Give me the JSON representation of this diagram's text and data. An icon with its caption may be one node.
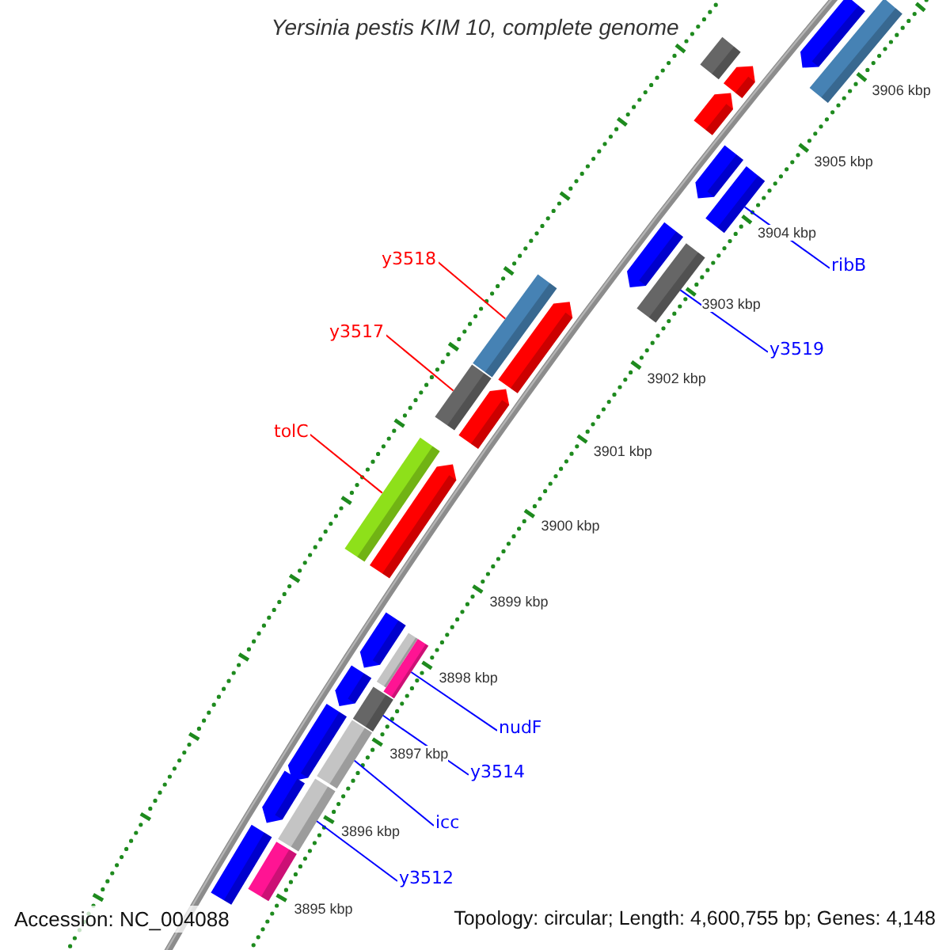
{
  "diagram": {
    "title": "Yersinia pestis KIM 10, complete genome",
    "nodes": [
      {
        "text": [
          "y3518"
        ]
      },
      {
        "text": [
          "y3517"
        ]
      },
      {
        "text": [
          "tolC"
        ]
      },
      {
        "text": [
          "ribB"
        ]
      },
      {
        "text": [
          "y3519"
        ]
      },
      {
        "text": [
          "nudF"
        ]
      },
      {
        "text": [
          "y3514"
        ]
      },
      {
        "text": [
          "icc"
        ]
      },
      {
        "text": [
          "y3512"
        ]
      },
      {
        "text": [],
        "shape": "arrow"
      },
      {
        "text": [],
        "shape": "bar"
      },
      {
        "text": [],
        "shape": "bar"
      },
      {
        "text": [],
        "shape": "arrow"
      },
      {
        "text": [],
        "shape": "arrow"
      },
      {
        "text": [],
        "shape": "arrow"
      },
      {
        "text": [],
        "shape": "bar"
      },
      {
        "text": [],
        "shape": "arrow"
      },
      {
        "text": [],
        "shape": "bar"
      },
      {
        "text": [],
        "shape": "bar"
      },
      {
        "text": [],
        "shape": "arrow"
      },
      {
        "text": [],
        "shape": "bar"
      },
      {
        "text": [],
        "shape": "arrow"
      },
      {
        "text": [],
        "shape": "bar"
      },
      {
        "text": [],
        "shape": "arrow"
      },
      {
        "text": [],
        "shape": "arrow"
      },
      {
        "text": [],
        "shape": "bar"
      },
      {
        "text": [],
        "shape": "bar"
      },
      {
        "text": [],
        "shape": "arrow"
      },
      {
        "text": [],
        "shape": "bar"
      },
      {
        "text": [],
        "shape": "bar"
      },
      {
        "text": [],
        "shape": "arrow"
      },
      {
        "text": [],
        "shape": "bar"
      },
      {
        "text": [],
        "shape": "arrow"
      },
      {
        "text": [],
        "shape": "bar"
      },
      {
        "text": [],
        "shape": "bar"
      }
    ],
    "edges": [
      {
        "from": 0,
        "to": 18,
        "arrow": "none",
        "color": "#ff0000"
      },
      {
        "from": 1,
        "to": 20,
        "arrow": "none",
        "color": "#ff0000"
      },
      {
        "from": 2,
        "to": 22,
        "arrow": "none",
        "color": "#ff0000"
      },
      {
        "from": 3,
        "to": 15,
        "arrow": "none"
      },
      {
        "from": 4,
        "to": 17,
        "arrow": "none"
      },
      {
        "from": 5,
        "to": 26,
        "arrow": "none"
      },
      {
        "from": 6,
        "to": 28,
        "arrow": "none"
      },
      {
        "from": 7,
        "to": 29,
        "arrow": "none"
      },
      {
        "from": 8,
        "to": 31,
        "arrow": "none"
      }
    ],
    "labels": [
      "3906 kbp",
      "3905 kbp",
      "3904 kbp",
      "3903 kbp",
      "3902 kbp",
      "3901 kbp",
      "3900 kbp",
      "3899 kbp",
      "3898 kbp",
      "3897 kbp",
      "3896 kbp",
      "3895 kbp",
      "Accession: NC_004088",
      "Topology: circular; Length: 4,600,755 bp; Genes: 4,148"
    ]
  }
}
